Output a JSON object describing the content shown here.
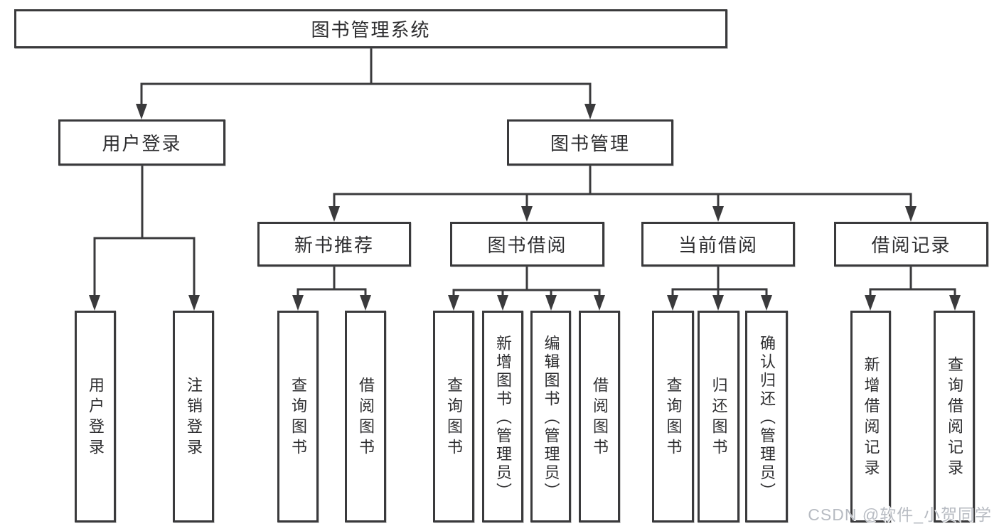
{
  "diagram": {
    "root": {
      "label": "图书管理系统"
    },
    "level2": [
      {
        "label": "用户登录"
      },
      {
        "label": "图书管理"
      }
    ],
    "level3": [
      {
        "label": "新书推荐"
      },
      {
        "label": "图书借阅"
      },
      {
        "label": "当前借阅"
      },
      {
        "label": "借阅记录"
      }
    ],
    "leaves": {
      "user_login": [
        {
          "label": "用户登录"
        },
        {
          "label": "注销登录"
        }
      ],
      "new_book": [
        {
          "label": "查询图书"
        },
        {
          "label": "借阅图书"
        }
      ],
      "book_borrow": [
        {
          "label": "查询图书"
        },
        {
          "label": "新增图书（管理员）"
        },
        {
          "label": "编辑图书（管理员）"
        },
        {
          "label": "借阅图书"
        }
      ],
      "current_borrow": [
        {
          "label": "查询图书"
        },
        {
          "label": "归还图书"
        },
        {
          "label": "确认归还（管理员）"
        }
      ],
      "borrow_record": [
        {
          "label": "新增借阅记录"
        },
        {
          "label": "查询借阅记录"
        }
      ]
    },
    "watermark": "CSDN @软件_小贺同学",
    "colors": {
      "line": "#3a3a3c",
      "box_background": "#ffffff",
      "text": "#2e2e30",
      "watermark": "#b7bbc2"
    }
  }
}
